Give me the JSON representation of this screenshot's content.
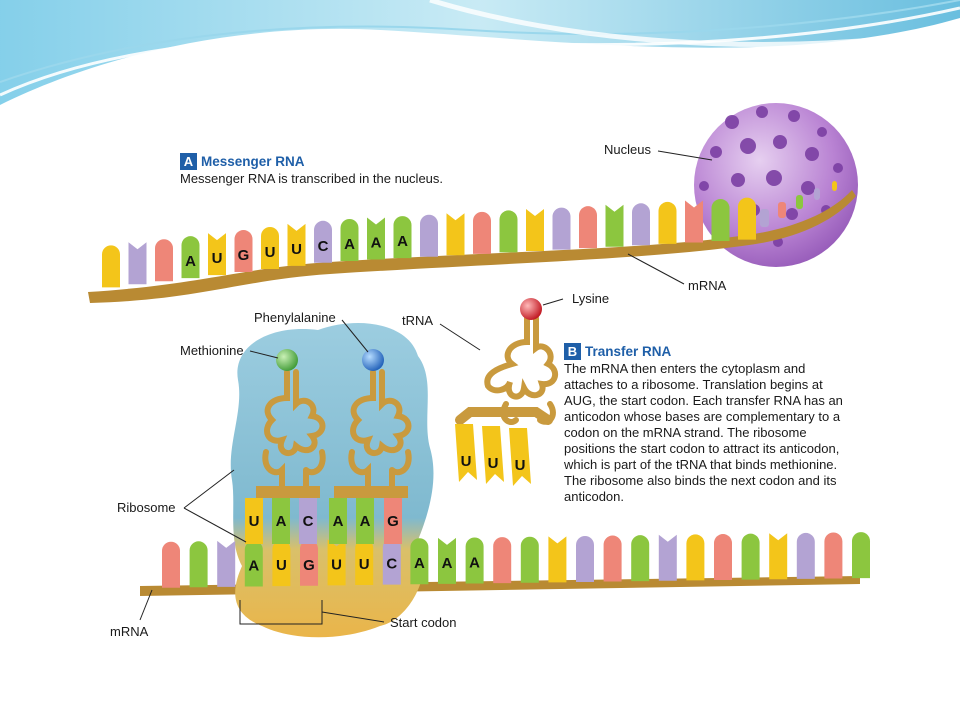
{
  "colors": {
    "yellow": "#f3c51a",
    "purple": "#b3a3d3",
    "salmon": "#ee8678",
    "green": "#8cc63f",
    "backbone": "#b98a33",
    "ribosome_top": "#8fc3d6",
    "ribosome_bottom": "#e8b44a",
    "nucleus": "#b57fd0",
    "trna": "#c99a3e",
    "methionine": "#5bb24b",
    "phenylalanine": "#2f7fcf",
    "lysine": "#d9232e"
  },
  "panel_a": {
    "badge": "A",
    "title": "Messenger RNA",
    "text": "Messenger RNA is transcribed in the nucleus."
  },
  "panel_b": {
    "badge": "B",
    "title": "Transfer RNA",
    "text": "The mRNA then enters the cytoplasm and attaches to a ribosome. Translation begins at AUG, the start codon. Each transfer RNA has an anticodon whose bases are complementary to a codon on the mRNA strand. The ribosome positions the start codon to attract its anticodon, which is part of the tRNA that binds methionine. The ribosome also binds the next codon and its anticodon."
  },
  "labels": {
    "nucleus": "Nucleus",
    "mrna_top": "mRNA",
    "lysine": "Lysine",
    "trna": "tRNA",
    "phenylalanine": "Phenylalanine",
    "methionine": "Methionine",
    "ribosome": "Ribosome",
    "mrna_bottom": "mRNA",
    "start_codon": "Start codon"
  },
  "top_strand_letters": [
    "A",
    "U",
    "G",
    "U",
    "U",
    "C",
    "A",
    "A",
    "A"
  ],
  "bottom_strand_letters": [
    "A",
    "U",
    "G",
    "U",
    "U",
    "C",
    "A",
    "A",
    "A"
  ],
  "anticodon_letters": [
    "U",
    "A",
    "C",
    "A",
    "A",
    "G"
  ],
  "free_trna_anticodon": [
    "U",
    "U",
    "U"
  ]
}
